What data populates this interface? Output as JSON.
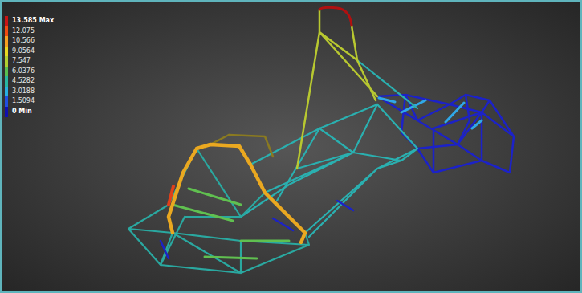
{
  "diagram": {
    "legend": [
      {
        "text": "13.585 Max",
        "color": "#c81414"
      },
      {
        "text": "12.075",
        "color": "#f04a10"
      },
      {
        "text": "10.566",
        "color": "#f5a020"
      },
      {
        "text": "9.0564",
        "color": "#e8d820"
      },
      {
        "text": "7.547",
        "color": "#b0d030"
      },
      {
        "text": "6.0376",
        "color": "#58c050"
      },
      {
        "text": "4.5282",
        "color": "#28b8a0"
      },
      {
        "text": "3.0188",
        "color": "#28b0e0"
      },
      {
        "text": "1.5094",
        "color": "#2050e0"
      },
      {
        "text": "0 Min",
        "color": "#1010b0"
      }
    ]
  }
}
